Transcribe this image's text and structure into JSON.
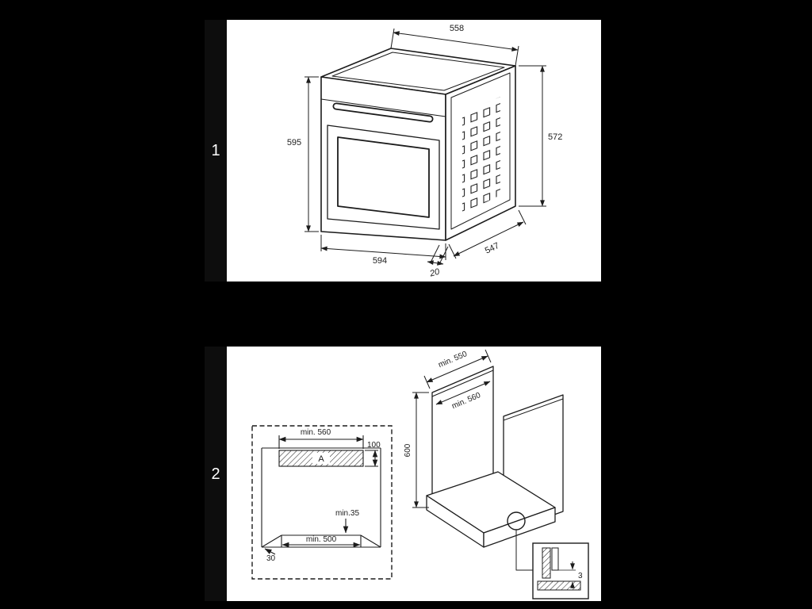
{
  "document": {
    "background": "#000000",
    "panel_background": "#ffffff",
    "line_color": "#1c1c1c"
  },
  "figure1": {
    "step_number": "1",
    "dimensions": {
      "top_width": "558",
      "front_height": "595",
      "rear_height": "572",
      "bottom_width": "594",
      "side_depth": "547",
      "door_overhang": "20"
    }
  },
  "figure2": {
    "step_number": "2",
    "niche_inset": {
      "top_width": "min. 560",
      "spacer_height": "100",
      "spacer_label": "A",
      "rear_clearance": "min.35",
      "bottom_width": "min. 500",
      "side_clearance": "30"
    },
    "cabinet": {
      "top_depth": "min. 550",
      "inner_width": "min. 560",
      "height": "600",
      "detail_gap": "3"
    }
  }
}
